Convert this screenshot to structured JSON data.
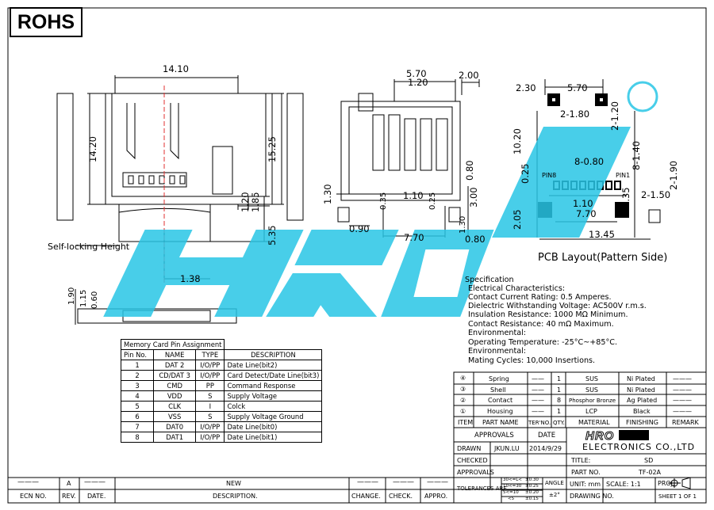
{
  "badge": "ROHS",
  "views": {
    "top": {
      "width": "14.10",
      "height": "14.20",
      "right_height": "15.25",
      "d1": "1.20",
      "d2": "1.85",
      "d3": "5.35",
      "d4": "1.38",
      "self_locking": "Self-locking Height"
    },
    "side": {
      "h1": "1.90",
      "h2": "1.15",
      "h3": "0.60"
    },
    "front": {
      "a": "5.70",
      "b": "1.20",
      "c": "2.00",
      "d": "0.80",
      "e": "1.30",
      "f": "0.35",
      "g": "1.10",
      "h": "0.25",
      "i": "3.00",
      "j": "0.90",
      "k": "7.70",
      "l": "1.30",
      "m": "0.80"
    },
    "pcb": {
      "a": "2.30",
      "b": "5.70",
      "c": "2-1.80",
      "d": "2-1.20",
      "e": "10.20",
      "f": "8-0.80",
      "g": "8-1.40",
      "h": "0.25",
      "i": "1.10",
      "j": "7.70",
      "k": "0.35",
      "l": "2.05",
      "m": "13.45",
      "n": "2-1.90",
      "o": "2-1.50",
      "pin1": "PIN1",
      "pin8": "PIN8",
      "title": "PCB Layout(Pattern Side)"
    }
  },
  "specification": [
    "Specification",
    "Electrical Characteristics:",
    "Contact Current Rating: 0.5 Amperes.",
    "Dielectric Withstanding Voltage: AC500V r.m.s.",
    "Insulation Resistance: 1000 MΩ Minimum.",
    "Contact Resistance: 40 mΩ Maximum.",
    "Environmental:",
    "Operating Temperature: -25°C~+85°C.",
    "Environmental:",
    "Mating Cycles: 10,000 Insertions."
  ],
  "pin_table": {
    "title": "Memory Card Pin Assignment",
    "headers": [
      "Pin No.",
      "NAME",
      "TYPE",
      "DESCRIPTION"
    ],
    "rows": [
      [
        "1",
        "DAT 2",
        "I/O/PP",
        "Date Line(bit2)"
      ],
      [
        "2",
        "CD/DAT 3",
        "I/O/PP",
        "Card Detect/Date Line(bit3)"
      ],
      [
        "3",
        "CMD",
        "PP",
        "Command Response"
      ],
      [
        "4",
        "VDD",
        "S",
        "Supply Voltage"
      ],
      [
        "5",
        "CLK",
        "I",
        "Colck"
      ],
      [
        "6",
        "VSS",
        "S",
        "Supply Voltage Ground"
      ],
      [
        "7",
        "DAT0",
        "I/O/PP",
        "Date Line(bit0)"
      ],
      [
        "8",
        "DAT1",
        "I/O/PP",
        "Date Line(bit1)"
      ]
    ]
  },
  "bom": {
    "rows": [
      [
        "④",
        "Spring",
        "——",
        "1",
        "SUS",
        "Ni Plated",
        "———"
      ],
      [
        "③",
        "Shell",
        "——",
        "1",
        "SUS",
        "Ni Plated",
        "———"
      ],
      [
        "②",
        "Contact",
        "——",
        "8",
        "Phosphor Bronze",
        "Ag Plated",
        "———"
      ],
      [
        "①",
        "Housing",
        "——",
        "1",
        "LCP",
        "Black",
        "———"
      ]
    ],
    "headers": [
      "ITEM",
      "PART NAME",
      "TER'NO.",
      "QTY.",
      "MATERIAL",
      "FINISHING",
      "REMARK"
    ]
  },
  "title_block": {
    "approvals": "APPROVALS",
    "date": "DATE",
    "drawn": "DRAWN",
    "drawn_by": "JKUN.LU",
    "drawn_date": "2014/9/29",
    "checked": "CHECKED",
    "approvals2": "APPROVALS",
    "brand_logo": "HRO",
    "company": "ELECTRONICS CO.,LTD",
    "title_label": "TITLE:",
    "title_value": "SD",
    "part_label": "PART NO.",
    "part_value": "TF-02A",
    "tolerances": "TOLERANCES ARE",
    "tol_rows": [
      [
        "30<=L<",
        "±0.30"
      ],
      [
        "10<=30",
        "±0.25"
      ],
      [
        "5<=10",
        "±0.20"
      ],
      [
        "<5",
        "±0.15"
      ]
    ],
    "angle": "ANGLE",
    "angle_value": "±2°",
    "unit": "UNIT: mm",
    "scale": "SCALE: 1:1",
    "proj": "PROJ.",
    "drawing_no": "DRAWING NO.",
    "sheet": "SHEET 1 OF 1"
  },
  "revision": {
    "ecn": "ECN NO.",
    "rev": "REV.",
    "date": "DATE.",
    "description": "DESCRIPTION.",
    "change": "CHANGE.",
    "check": "CHECK.",
    "appro": "APPRO.",
    "row_rev": "A",
    "row_desc": "NEW"
  },
  "colors": {
    "watermark": "#29c6e6",
    "centerline": "#e03030"
  }
}
